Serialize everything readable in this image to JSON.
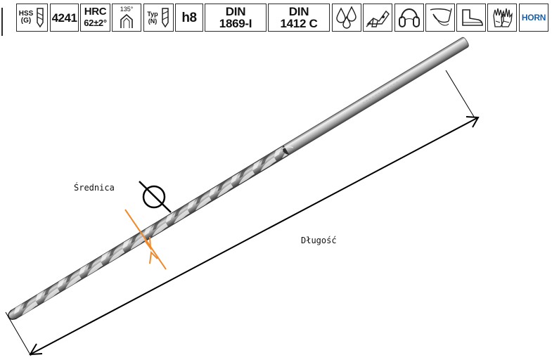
{
  "toolbar": {
    "badges": [
      {
        "name": "hss-g-badge",
        "lines": [
          "HSS",
          "(G)"
        ]
      },
      {
        "name": "code-4241-badge",
        "text": "4241"
      },
      {
        "name": "hrc-badge",
        "lines": [
          "HRC",
          "62±2°"
        ]
      },
      {
        "name": "angle-135-badge",
        "text": "135°"
      },
      {
        "name": "typ-n-badge",
        "lines": [
          "Typ",
          "(N)"
        ]
      },
      {
        "name": "h8-badge",
        "text": "h8"
      },
      {
        "name": "din-1869-badge",
        "lines": [
          "DIN",
          "1869-I"
        ]
      },
      {
        "name": "din-1412-badge",
        "lines": [
          "DIN",
          "1412 C"
        ]
      },
      {
        "name": "coolant-drops-icon"
      },
      {
        "name": "power-drill-icon"
      },
      {
        "name": "ear-protection-icon"
      },
      {
        "name": "eye-protection-icon"
      },
      {
        "name": "safety-boot-icon"
      },
      {
        "name": "gloves-icon"
      },
      {
        "name": "horn-logo-badge",
        "text": "HORN"
      }
    ]
  },
  "diagram": {
    "diameter_label": "Średnica",
    "length_label": "Długość",
    "diameter_color": "#f08a2c",
    "dimension_color": "#000000"
  }
}
